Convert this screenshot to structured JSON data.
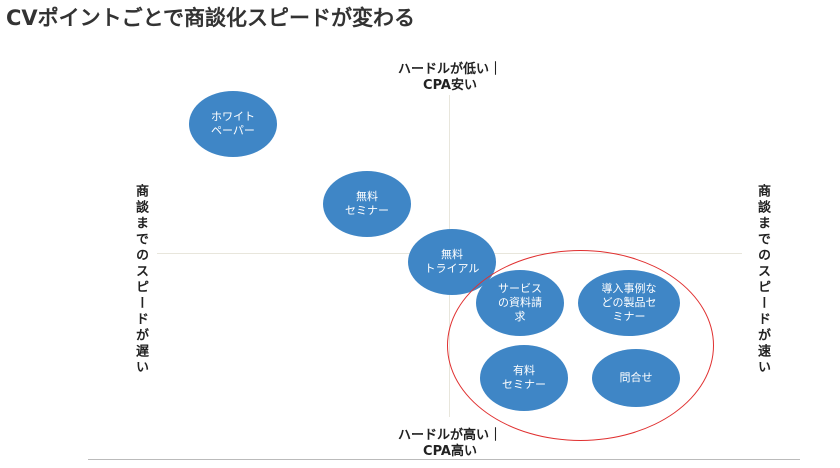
{
  "title": "CVポイントごとで商談化スピードが変わる",
  "axes": {
    "top": "ハードルが低い｜\nCPA安い",
    "bottom": "ハードルが高い｜\nCPA高い",
    "left": "商談までのスピードが遅い",
    "right": "商談までのスピードが速い"
  },
  "bubbles": [
    "ホワイト\nペーパー",
    "無料\nセミナー",
    "無料\nトライアル",
    "サービス\nの資料請\n求",
    "導入事例な\nどの製品セ\nミナー",
    "有料\nセミナー",
    "問合せ"
  ],
  "colors": {
    "bubble": "#3f86c6",
    "highlight": "#e03030"
  }
}
